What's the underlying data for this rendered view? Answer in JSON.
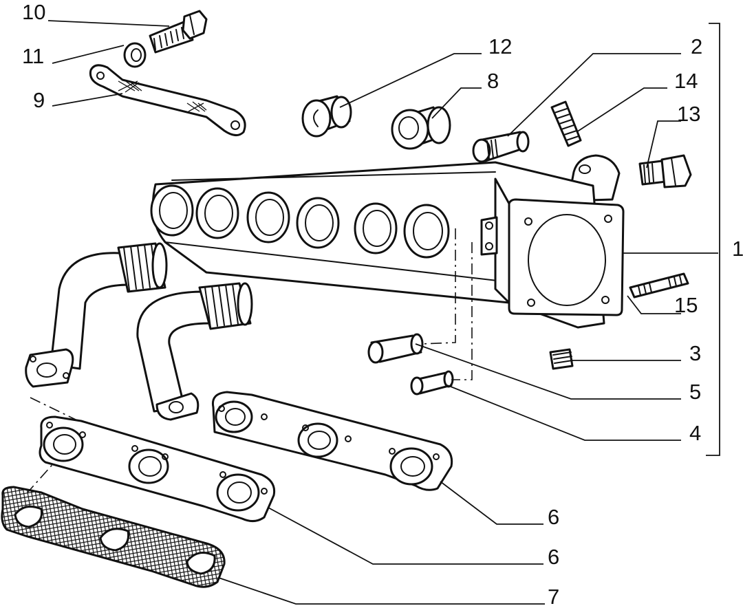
{
  "callouts": [
    {
      "id": "c10",
      "text": "10"
    },
    {
      "id": "c11",
      "text": "11"
    },
    {
      "id": "c9",
      "text": "9"
    },
    {
      "id": "c12",
      "text": "12"
    },
    {
      "id": "c8",
      "text": "8"
    },
    {
      "id": "c2",
      "text": "2"
    },
    {
      "id": "c14",
      "text": "14"
    },
    {
      "id": "c13",
      "text": "13"
    },
    {
      "id": "c1",
      "text": "1"
    },
    {
      "id": "c15",
      "text": "15"
    },
    {
      "id": "c3",
      "text": "3"
    },
    {
      "id": "c5",
      "text": "5"
    },
    {
      "id": "c4",
      "text": "4"
    },
    {
      "id": "c6a",
      "text": "6"
    },
    {
      "id": "c6b",
      "text": "6"
    },
    {
      "id": "c7",
      "text": "7"
    }
  ],
  "colors": {
    "line": "#111111",
    "background": "#ffffff"
  }
}
